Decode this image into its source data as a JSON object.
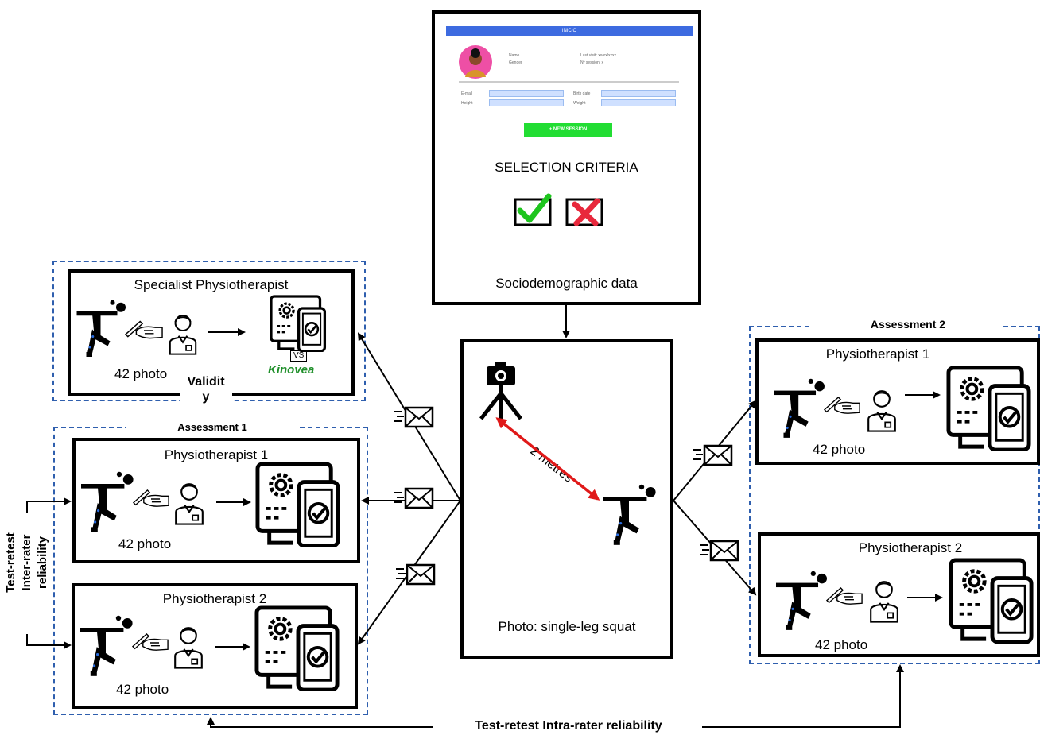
{
  "app_mock": {
    "header": "INICIO",
    "name_label": "Name",
    "gender_label": "Gender",
    "last_visit": "Last visit: xx/xx/xxxx",
    "session_count": "Nº session: x",
    "email_label": "E-mail",
    "birth_label": "Birth date",
    "height_label": "Height",
    "weight_label": "Weight",
    "new_session": "+ NEW SESSION"
  },
  "selection_criteria": "SELECTION CRITERIA",
  "sociodemographic": "Sociodemographic data",
  "center": {
    "distance": "2 metres",
    "photo_caption": "Photo: single-leg squat"
  },
  "specialist": {
    "title": "Specialist Physiotherapist",
    "count": "42 photo",
    "vs": "VS",
    "kinovea": "Kinovea"
  },
  "validity_label": "Validit\ny",
  "assessment1": {
    "label": "Assessment 1",
    "physio1": {
      "title": "Physiotherapist 1",
      "count": "42 photo"
    },
    "physio2": {
      "title": "Physiotherapist 2",
      "count": "42 photo"
    }
  },
  "assessment2": {
    "label": "Assessment 2",
    "physio1": {
      "title": "Physiotherapist 1",
      "count": "42 photo"
    },
    "physio2": {
      "title": "Physiotherapist 2",
      "count": "42 photo"
    }
  },
  "inter_rater_label": [
    "Test-retest",
    "Inter-rater",
    "reliability"
  ],
  "intra_rater_label": "Test-retest Intra-rater reliability",
  "colors": {
    "dashed_border": "#2f5fae",
    "arrow_red": "#e01919",
    "check_green": "#1ec51e",
    "cross_red": "#e8283c",
    "joint_blue": "#2a6de0"
  }
}
